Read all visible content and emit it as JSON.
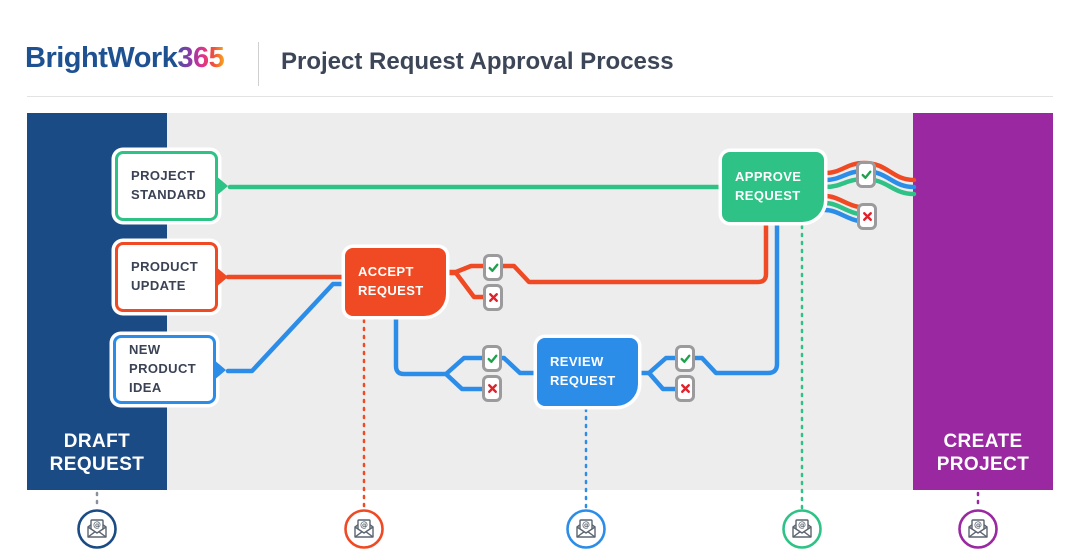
{
  "header": {
    "logo_primary": "BrightWork",
    "logo_suffix": "365",
    "title": "Project Request Approval Process"
  },
  "lanes": {
    "draft": {
      "line1": "DRAFT",
      "line2": "REQUEST"
    },
    "create": {
      "line1": "CREATE",
      "line2": "PROJECT"
    }
  },
  "nodes": {
    "project_standard": {
      "line1": "PROJECT",
      "line2": "STANDARD"
    },
    "product_update": {
      "line1": "PRODUCT",
      "line2": "UPDATE"
    },
    "new_product_idea": {
      "line1": "NEW",
      "line2": "PRODUCT",
      "line3": "IDEA"
    },
    "accept_request": {
      "line1": "ACCEPT",
      "line2": "REQUEST"
    },
    "review_request": {
      "line1": "REVIEW",
      "line2": "REQUEST"
    },
    "approve_request": {
      "line1": "APPROVE",
      "line2": "REQUEST"
    }
  },
  "icons": {
    "approved_checkbox": "check-in-rounded-square",
    "rejected_checkbox": "x-in-rounded-square",
    "email_notification": "open-envelope-with-at-sign"
  },
  "colors": {
    "navy_lane": "#1b4b85",
    "purple_lane": "#9928a1",
    "green_accent": "#2ec286",
    "red_accent": "#ef4a23",
    "blue_accent": "#2c8de9",
    "band_gray": "#eeeded",
    "icon_border_gray": "#9b9b9d",
    "check_green": "#1fa24c",
    "x_red": "#e0222c",
    "text_dark": "#3a4254",
    "logo_blue": "#1d5192"
  }
}
